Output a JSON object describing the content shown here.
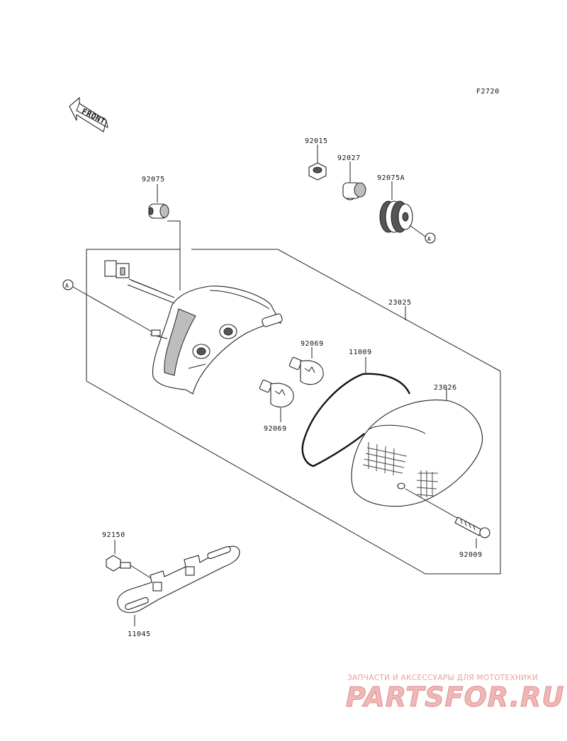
{
  "figure_code": "F2720",
  "front_label": "FRONT",
  "ref_marker": "A",
  "parts": {
    "p92015": "92015",
    "p92027": "92027",
    "p92075A": "92075A",
    "p92075": "92075",
    "p23025": "23025",
    "p92069_upper": "92069",
    "p92069_lower": "92069",
    "p11009": "11009",
    "p23026": "23026",
    "p92009": "92009",
    "p92150": "92150",
    "p11045": "11045"
  },
  "watermark": {
    "tagline": "ЗАПЧАСТИ И АКСЕССУАРЫ ДЛЯ МОТОТЕХНИКИ",
    "logo": "PARTSFOR.RU"
  }
}
